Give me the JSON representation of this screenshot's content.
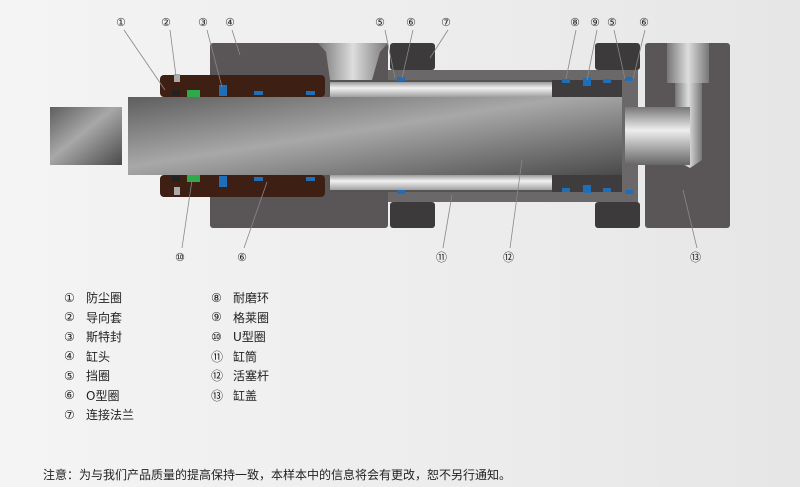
{
  "callouts_top": [
    "①",
    "②",
    "③",
    "④",
    "⑤",
    "⑥",
    "⑦",
    "⑧",
    "⑨",
    "⑤",
    "⑥"
  ],
  "callouts_bottom": [
    "⑩",
    "⑥",
    "⑪",
    "⑫",
    "⑬"
  ],
  "legend_left": [
    {
      "num": "①",
      "label": "防尘圈"
    },
    {
      "num": "②",
      "label": "导向套"
    },
    {
      "num": "③",
      "label": "斯特封"
    },
    {
      "num": "④",
      "label": "缸头"
    },
    {
      "num": "⑤",
      "label": "挡圈"
    },
    {
      "num": "⑥",
      "label": "O型圈"
    },
    {
      "num": "⑦",
      "label": "连接法兰"
    }
  ],
  "legend_right": [
    {
      "num": "⑧",
      "label": "耐磨环"
    },
    {
      "num": "⑨",
      "label": "格莱圈"
    },
    {
      "num": "⑩",
      "label": "U型圈"
    },
    {
      "num": "⑪",
      "label": "缸筒"
    },
    {
      "num": "⑫",
      "label": "活塞杆"
    },
    {
      "num": "⑬",
      "label": "缸盖"
    }
  ],
  "note": "注意：为与我们产品质量的提高保持一致，本样本中的信息将会有更改，恕不另行通知。",
  "colors": {
    "body": "#5a5657",
    "flange": "#3c3a3b",
    "gland": "#3e1f14",
    "seal_blue": "#1e6fb8",
    "seal_green": "#2faa4a",
    "rod": "#8a8a8a"
  }
}
